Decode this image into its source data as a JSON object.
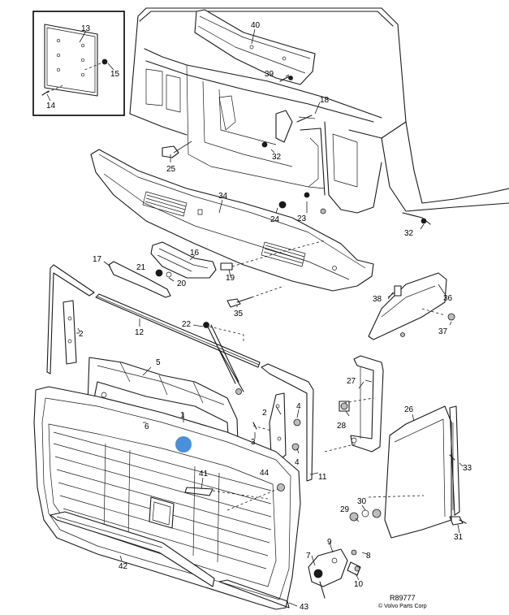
{
  "drawing": {
    "reference": "R89777",
    "copyright": "© Volvo Parts Corp",
    "highlight_color": "#4a90d9"
  },
  "callouts": {
    "c1": "1",
    "c2a": "2",
    "c2b": "2",
    "c3": "3",
    "c4a": "4",
    "c4b": "4",
    "c5": "5",
    "c6": "6",
    "c7": "7",
    "c8": "8",
    "c9": "9",
    "c10": "10",
    "c11": "11",
    "c12": "12",
    "c13": "13",
    "c14": "14",
    "c15": "15",
    "c16": "16",
    "c17": "17",
    "c18": "18",
    "c19": "19",
    "c20": "20",
    "c21": "21",
    "c22": "22",
    "c23": "23",
    "c24": "24",
    "c25": "25",
    "c26": "26",
    "c27": "27",
    "c28": "28",
    "c29": "29",
    "c30": "30",
    "c31": "31",
    "c32a": "32",
    "c32b": "32",
    "c33": "33",
    "c34": "34",
    "c35": "35",
    "c36": "36",
    "c37": "37",
    "c38": "38",
    "c39": "39",
    "c40": "40",
    "c41": "41",
    "c42": "42",
    "c43": "43",
    "c44": "44"
  }
}
